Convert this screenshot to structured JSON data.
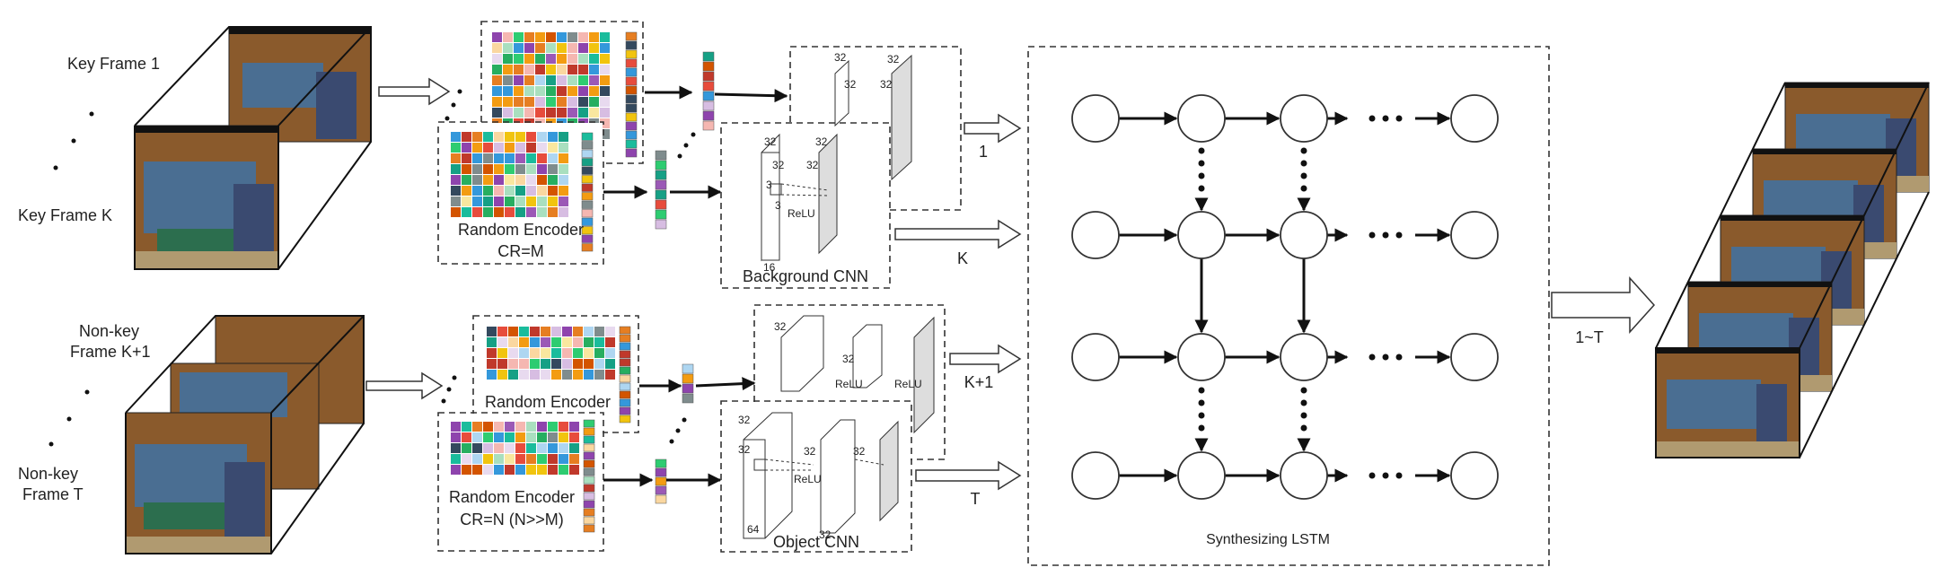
{
  "left_labels": {
    "key_frame_1": "Key Frame 1",
    "key_frame_k": "Key Frame K",
    "nonkey_frame_k1_line1": "Non-key",
    "nonkey_frame_k1_line2": "Frame K+1",
    "nonkey_frame_t_line1": "Non-key",
    "nonkey_frame_t_line2": "Frame T"
  },
  "encoders": {
    "key_encoder_line1": "Random Encoder",
    "key_encoder_line2": "CR=M",
    "nonkey_encoder_top": "Random Encoder",
    "nonkey_encoder_line1": "Random Encoder",
    "nonkey_encoder_line2": "CR=N (N>>M)"
  },
  "cnns": {
    "background_cnn": "Background CNN",
    "object_cnn": "Object CNN",
    "relu": "ReLU",
    "dim_32": "32",
    "dim_16": "16",
    "dim_64": "64",
    "dim_3": "3"
  },
  "outputs": {
    "out_1": "1",
    "out_k": "K",
    "out_k1": "K+1",
    "out_t": "T",
    "out_1_t": "1~T"
  },
  "lstm": {
    "title": "Synthesizing LSTM"
  },
  "palette": [
    "#e74c3c",
    "#3498db",
    "#2ecc71",
    "#f1c40f",
    "#9b59b6",
    "#e67e22",
    "#1abc9c",
    "#c0392b",
    "#16a085",
    "#f39c12",
    "#8e44ad",
    "#d35400",
    "#f5b7b1",
    "#aed6f1",
    "#a9dfbf",
    "#f9e79f",
    "#d7bde2",
    "#fad7a0",
    "#34495e",
    "#7f8c8d",
    "#e8daef",
    "#27ae60"
  ]
}
